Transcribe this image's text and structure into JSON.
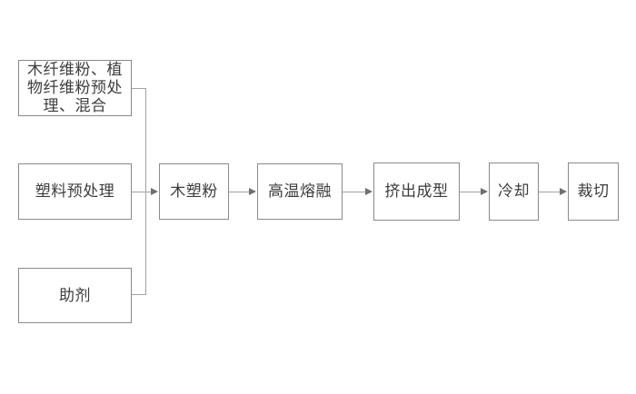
{
  "diagram": {
    "type": "flowchart",
    "background_color": "#ffffff",
    "box_border_color": "#8a8a8a",
    "connector_color": "#a2a2a2",
    "arrowhead_color": "#6f6f6f",
    "text_color": "#3d3d3d",
    "nodes": [
      {
        "id": "fiber",
        "label": "木纤维粉、植物纤维粉预处理、混合"
      },
      {
        "id": "plastic",
        "label": "塑料预处理"
      },
      {
        "id": "additive",
        "label": "助剂"
      },
      {
        "id": "powder",
        "label": "木塑粉"
      },
      {
        "id": "melt",
        "label": "高温熔融"
      },
      {
        "id": "extrude",
        "label": "挤出成型"
      },
      {
        "id": "cool",
        "label": "冷却"
      },
      {
        "id": "cut",
        "label": "裁切"
      }
    ],
    "edges": [
      {
        "from": "fiber",
        "to": "powder",
        "style": "elbow-no-arrow"
      },
      {
        "from": "plastic",
        "to": "powder",
        "style": "arrow"
      },
      {
        "from": "additive",
        "to": "powder",
        "style": "elbow-no-arrow"
      },
      {
        "from": "powder",
        "to": "melt",
        "style": "arrow"
      },
      {
        "from": "melt",
        "to": "extrude",
        "style": "arrow"
      },
      {
        "from": "extrude",
        "to": "cool",
        "style": "arrow"
      },
      {
        "from": "cool",
        "to": "cut",
        "style": "arrow"
      }
    ]
  }
}
